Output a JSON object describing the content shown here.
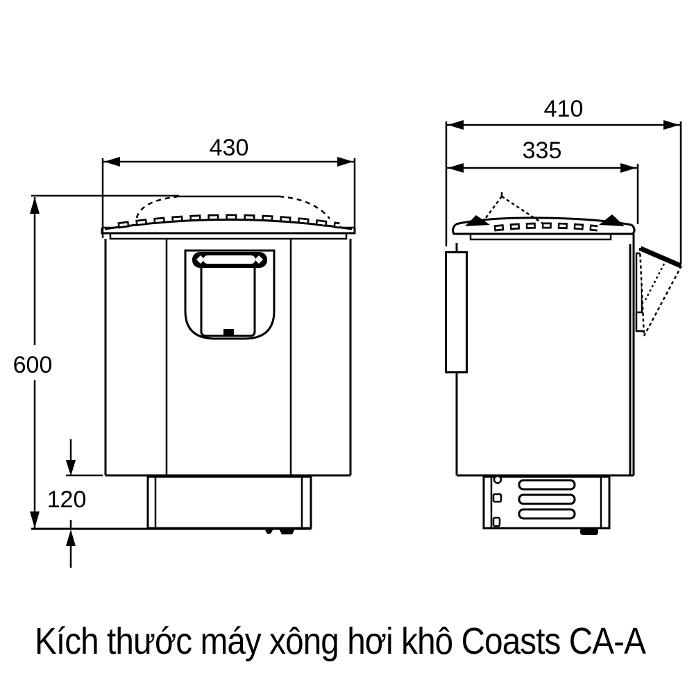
{
  "colors": {
    "ink": "#000000",
    "background": "#ffffff"
  },
  "caption": "Kích thước máy xông hơi khô Coasts CA-A",
  "dimensions": {
    "front_width": "430",
    "total_depth": "410",
    "body_depth": "335",
    "total_height": "600",
    "base_height": "120"
  }
}
